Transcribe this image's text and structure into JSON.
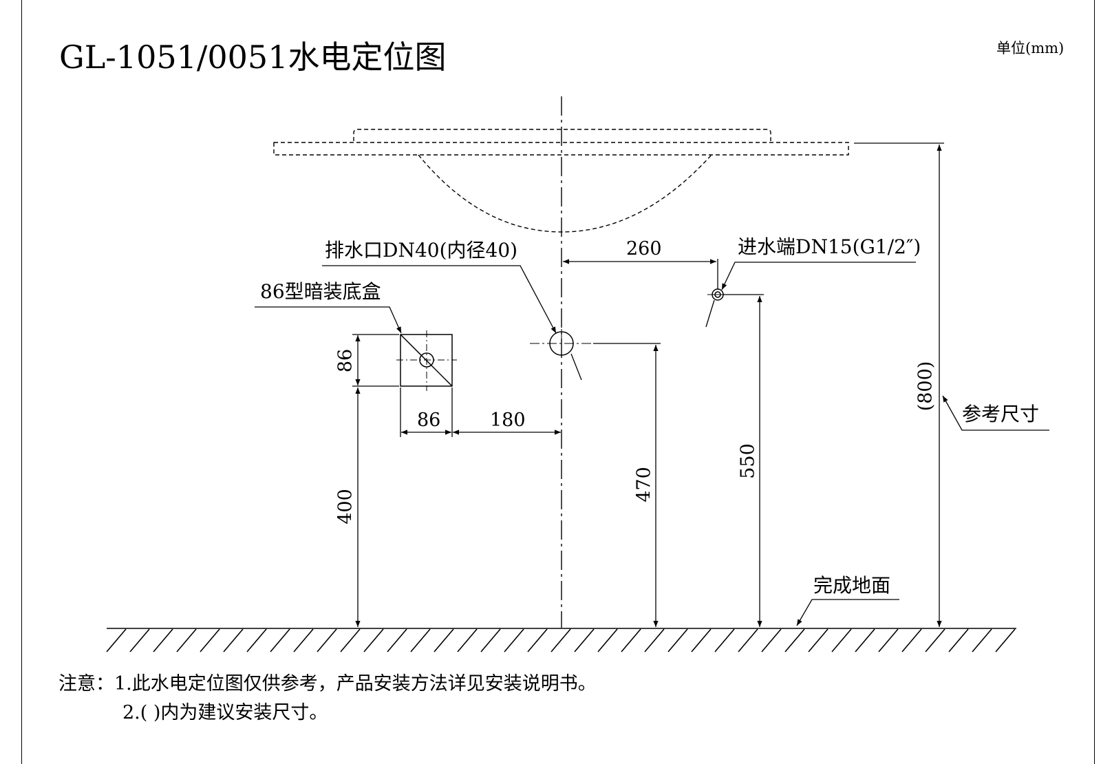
{
  "title": "GL-1051/0051水电定位图",
  "unit": "单位(mm)",
  "labels": {
    "drain_outlet": "排水口DN40(内径40)",
    "junction_box": "86型暗装底盒",
    "water_inlet": "进水端DN15(G1/2″)",
    "reference_size": "参考尺寸",
    "finished_floor": "完成地面"
  },
  "dimensions": {
    "inlet_offset": "260",
    "box_height": "86",
    "box_width": "86",
    "box_offset": "180",
    "box_elevation": "400",
    "drain_elevation": "470",
    "inlet_elevation": "550",
    "basin_height": "(800)"
  },
  "notes": {
    "line1": "注意：1.此水电定位图仅供参考，产品安装方法详见安装说明书。",
    "line2": "2.(   )内为建议安装尺寸。"
  }
}
